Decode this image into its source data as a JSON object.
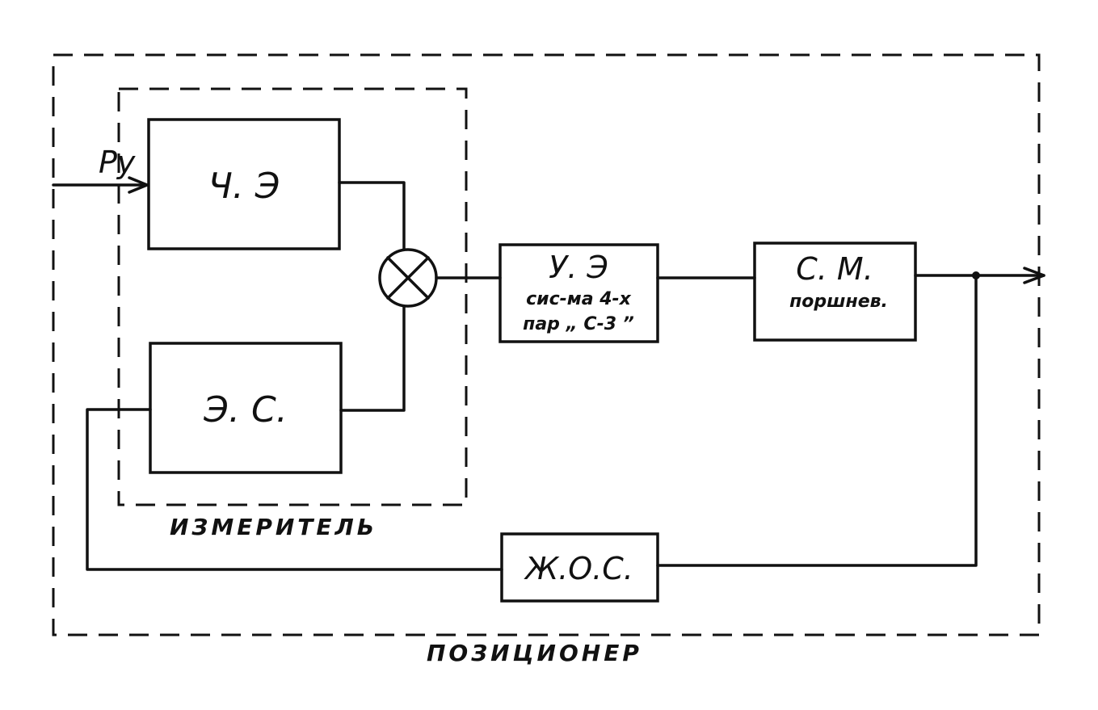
{
  "input_label": "Py",
  "blocks": {
    "ce": "Ч. Э",
    "es": "Э. С.",
    "ue_title": "У. Э",
    "ue_line1": "сис-ма 4-х",
    "ue_line2": "пар „ С-3 ”",
    "sm_title": "С. М.",
    "sm_sub": "поршнев.",
    "zhos": "Ж.О.С."
  },
  "groups": {
    "measurer": "ИЗМЕРИТЕЛЬ",
    "positioner": "ПОЗИЦИОНЕР"
  }
}
